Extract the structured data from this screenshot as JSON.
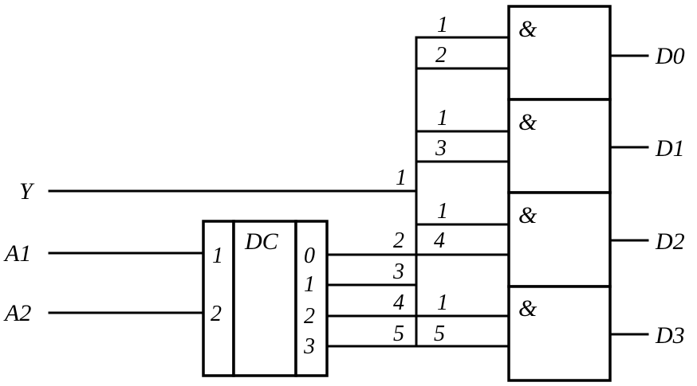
{
  "inputs": {
    "y": "Y",
    "a1": "A1",
    "a2": "A2"
  },
  "decoder": {
    "title": "DC",
    "inputs": [
      "1",
      "2"
    ],
    "outputs": [
      "0",
      "1",
      "2",
      "3"
    ]
  },
  "bus": {
    "y_entry": "1",
    "taps": [
      "2",
      "3",
      "4",
      "5"
    ]
  },
  "gates": [
    {
      "symbol": "&",
      "inputs": [
        "1",
        "2"
      ],
      "output": "D0"
    },
    {
      "symbol": "&",
      "inputs": [
        "1",
        "3"
      ],
      "output": "D1"
    },
    {
      "symbol": "&",
      "inputs": [
        "1",
        "4"
      ],
      "output": "D2"
    },
    {
      "symbol": "&",
      "inputs": [
        "1",
        "5"
      ],
      "output": "D3"
    }
  ]
}
